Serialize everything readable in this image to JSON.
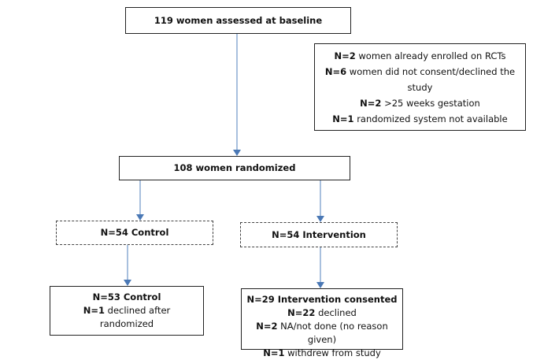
{
  "nodes": {
    "baseline": {
      "bold": "119 women assessed at baseline",
      "rest": ""
    },
    "exclusions": {
      "lines": [
        {
          "bold": "N=2",
          "rest": " women already enrolled on RCTs"
        },
        {
          "bold": "N=6",
          "rest": " women did not consent/declined the"
        },
        {
          "bold": "",
          "rest": "study"
        },
        {
          "bold": "N=2",
          "rest": " >25 weeks gestation"
        },
        {
          "bold": "N=1",
          "rest": " randomized system not available"
        }
      ]
    },
    "randomized": {
      "bold": "108 women randomized",
      "rest": ""
    },
    "control": {
      "bold": "N=54 Control",
      "rest": ""
    },
    "intervention": {
      "bold": "N=54 Intervention",
      "rest": ""
    },
    "control_outcome": {
      "lines": [
        {
          "bold": "N=53 Control",
          "rest": ""
        },
        {
          "bold": "N=1",
          "rest": " declined after"
        },
        {
          "bold": "",
          "rest": "randomized"
        }
      ]
    },
    "intervention_outcome": {
      "lines": [
        {
          "bold": "N=29 Intervention consented",
          "rest": ""
        },
        {
          "bold": "N=22",
          "rest": " declined"
        },
        {
          "bold": "N=2",
          "rest": " NA/not done (no reason given)"
        },
        {
          "bold": "N=1",
          "rest": " withdrew from study"
        }
      ]
    }
  },
  "colors": {
    "arrow": "#4a78b5",
    "arrow_line": "#6d96c9",
    "border": "#222222"
  }
}
